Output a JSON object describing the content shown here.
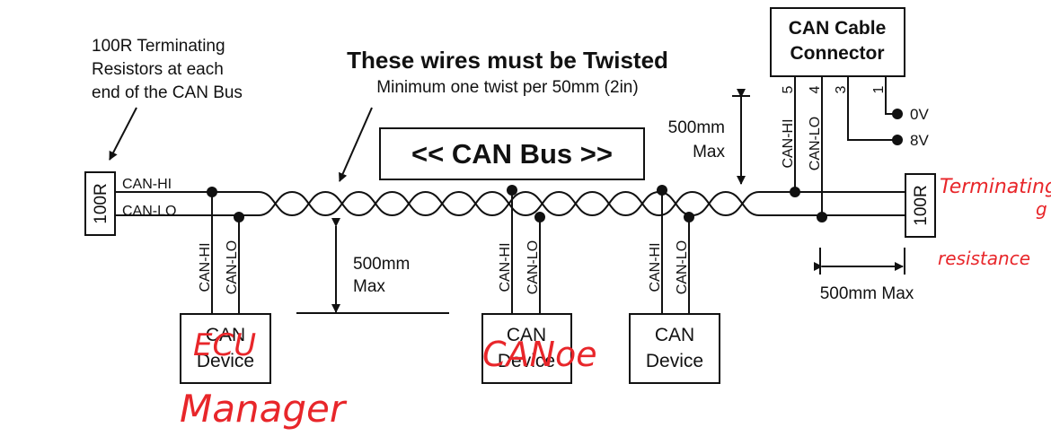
{
  "notes": {
    "terminator_line1": "100R Terminating",
    "terminator_line2": "Resistors at each",
    "terminator_line3": "end of the CAN Bus",
    "twist_title": "These wires must be Twisted",
    "twist_sub": "Minimum one twist per 50mm (2in)",
    "stub_max_line1": "500mm",
    "stub_max_line2": "Max",
    "connector_max_line1": "500mm",
    "connector_max_line2": "Max",
    "term_distance": "500mm Max"
  },
  "bus": {
    "title": "<< CAN Bus >>",
    "hi_label": "CAN-HI",
    "lo_label": "CAN-LO"
  },
  "resistors": {
    "left": "100R",
    "right": "100R"
  },
  "connector": {
    "title_line1": "CAN Cable",
    "title_line2": "Connector",
    "pins": [
      {
        "number": "5",
        "label": "CAN-HI"
      },
      {
        "number": "4",
        "label": "CAN-LO"
      },
      {
        "number": "3",
        "label": ""
      },
      {
        "number": "1",
        "label": ""
      }
    ],
    "supply_0v": "0V",
    "supply_8v": "8V"
  },
  "devices": [
    {
      "line1": "CAN",
      "line2": "Device",
      "hi": "CAN-HI",
      "lo": "CAN-LO"
    },
    {
      "line1": "CAN",
      "line2": "Device",
      "hi": "CAN-HI",
      "lo": "CAN-LO"
    },
    {
      "line1": "CAN",
      "line2": "Device",
      "hi": "CAN-HI",
      "lo": "CAN-LO"
    }
  ],
  "handwriting": {
    "ecu": "ECU",
    "manager": "Manager",
    "canoe": "CANoe",
    "terminating_line1": "Terminating",
    "terminating_line2": "g",
    "resistance": "resistance"
  },
  "colors": {
    "ink": "#111111",
    "annotation": "#e8262a"
  }
}
